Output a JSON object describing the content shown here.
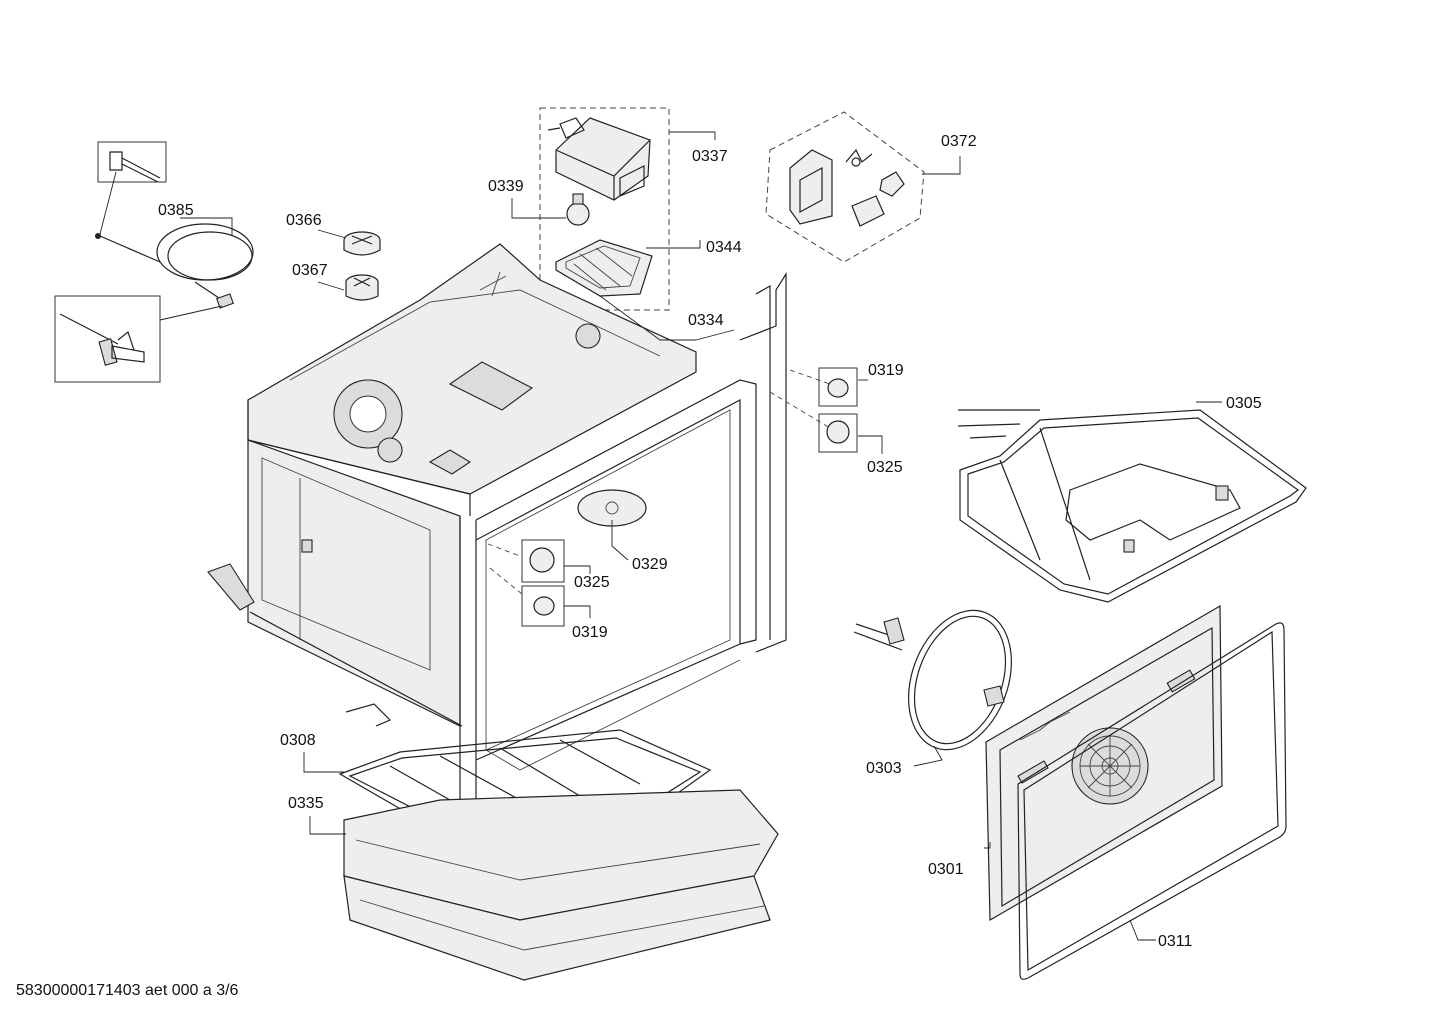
{
  "footer": {
    "doc_id": "58300000171403 aet 000 a 3/6"
  },
  "labels": {
    "p0385": "0385",
    "p0366": "0366",
    "p0367": "0367",
    "p0339": "0339",
    "p0337": "0337",
    "p0344": "0344",
    "p0372": "0372",
    "p0334": "0334",
    "p0319a": "0319",
    "p0325a": "0325",
    "p0305": "0305",
    "p0329": "0329",
    "p0325b": "0325",
    "p0319b": "0319",
    "p0308": "0308",
    "p0335": "0335",
    "p0303": "0303",
    "p0301": "0301",
    "p0311": "0311"
  }
}
